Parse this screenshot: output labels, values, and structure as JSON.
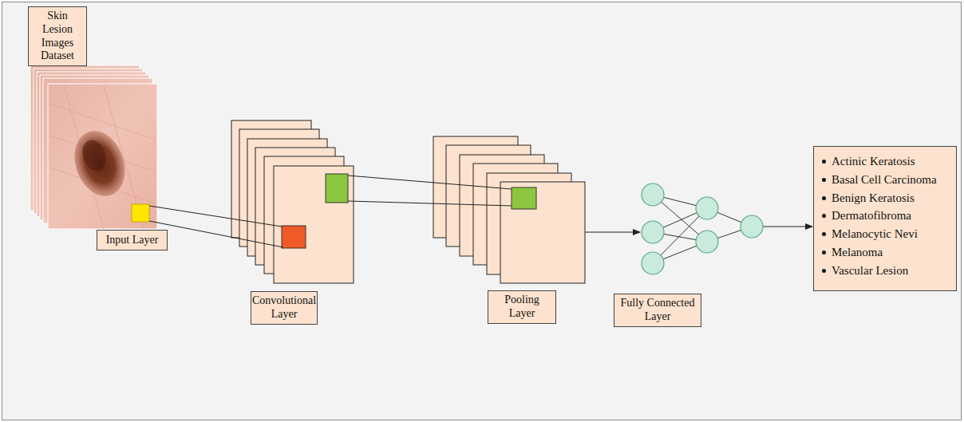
{
  "diagram": {
    "nodes": [
      {
        "text": [
          "Skin Lesion Images Dataset"
        ]
      },
      {
        "text": [
          "Input Layer"
        ]
      },
      {
        "text": [
          "Convolutional Layer"
        ]
      },
      {
        "text": [
          "Pooling Layer"
        ]
      },
      {
        "text": [
          "Fully Connected Layer"
        ]
      },
      {
        "text": [
          "Actinic Keratosis",
          "Basal Cell Carcinoma",
          "Benign Keratosis",
          "Dermatofibroma",
          "Melanocytic Nevi",
          "Melanoma",
          "Vascular Lesion"
        ]
      }
    ]
  }
}
